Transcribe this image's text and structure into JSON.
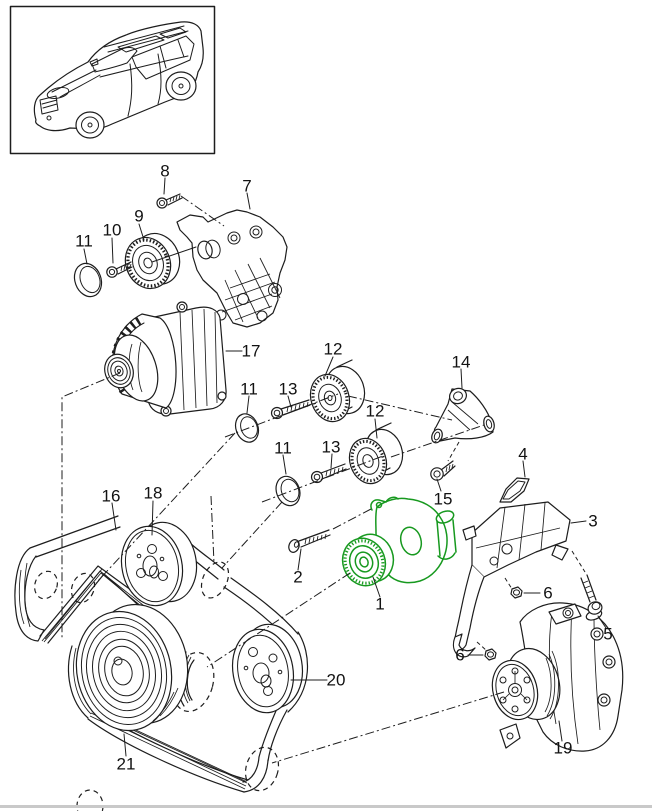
{
  "diagram": {
    "type": "exploded-parts-diagram",
    "colors": {
      "background": "#ffffff",
      "line": "#1d1d1d",
      "highlight": "#17991f",
      "divider": "#c9c9c9"
    },
    "labels": [
      {
        "text": "8"
      },
      {
        "text": "7"
      },
      {
        "text": "9"
      },
      {
        "text": "10"
      },
      {
        "text": "11"
      },
      {
        "text": "17"
      },
      {
        "text": "12"
      },
      {
        "text": "11"
      },
      {
        "text": "13"
      },
      {
        "text": "12"
      },
      {
        "text": "14"
      },
      {
        "text": "11"
      },
      {
        "text": "13"
      },
      {
        "text": "15"
      },
      {
        "text": "4"
      },
      {
        "text": "3"
      },
      {
        "text": "16"
      },
      {
        "text": "18"
      },
      {
        "text": "2"
      },
      {
        "text": "1"
      },
      {
        "text": "6"
      },
      {
        "text": "5"
      },
      {
        "text": "6"
      },
      {
        "text": "20"
      },
      {
        "text": "19"
      },
      {
        "text": "21"
      }
    ]
  }
}
